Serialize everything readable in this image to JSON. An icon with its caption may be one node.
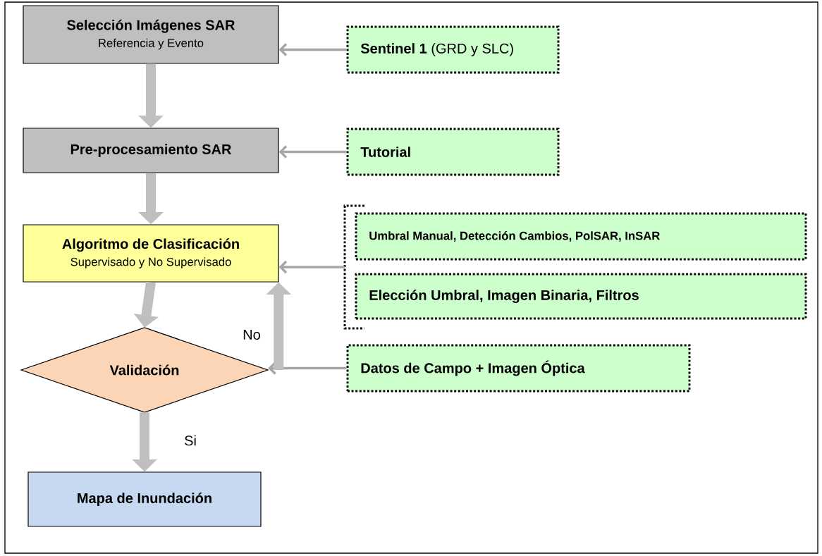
{
  "diagram": {
    "nodes": [
      {
        "text": [
          "Selección Imágenes SAR",
          "Referencia y Evento"
        ]
      },
      {
        "text": [
          "**Sentinel 1** (GRD y SLC)"
        ]
      },
      {
        "text": [
          "Pre-procesamiento SAR"
        ]
      },
      {
        "text": [
          "Tutorial"
        ]
      },
      {
        "text": [
          "Algoritmo de Clasificación",
          "Supervisado y No Supervisado"
        ]
      },
      {
        "text": [],
        "shape": "bracket"
      },
      {
        "text": [
          "Umbral Manual, Detección Cambios, PolSAR, InSAR"
        ]
      },
      {
        "text": [
          "Elección Umbral, Imagen Binaria, Filtros"
        ]
      },
      {
        "text": [
          "Validación"
        ]
      },
      {
        "text": [
          "Datos de Campo + Imagen Óptica"
        ]
      },
      {
        "text": [
          "Mapa de Inundación"
        ]
      }
    ],
    "edges": [
      {
        "from": 1,
        "to": 0,
        "arrow": "to"
      },
      {
        "from": 0,
        "to": 2,
        "arrow": "to"
      },
      {
        "from": 3,
        "to": 2,
        "arrow": "to"
      },
      {
        "from": 2,
        "to": 4,
        "arrow": "to"
      },
      {
        "from": 5,
        "to": 4,
        "arrow": "to"
      },
      {
        "from": 4,
        "to": 8,
        "arrow": "to"
      },
      {
        "from": 9,
        "to": 8,
        "arrow": "to"
      },
      {
        "from": 8,
        "to": 4,
        "arrow": "to",
        "label": "No"
      },
      {
        "from": 8,
        "to": 10,
        "arrow": "to",
        "label": "Si"
      }
    ]
  }
}
